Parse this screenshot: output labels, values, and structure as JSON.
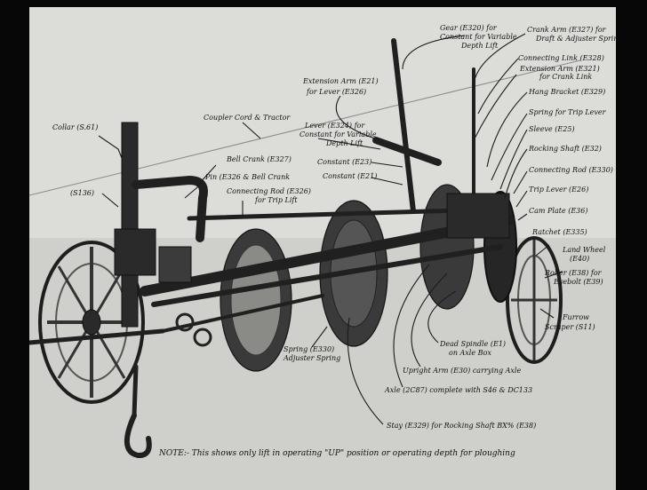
{
  "labels": {
    "collar": "Collar (S.61)",
    "s136": "(S136)",
    "coupler_cord": "Coupler Cord & Tractor",
    "bell_crank": "Bell Crank (E327)",
    "pin": "Pin (E326 & Bell Crank",
    "connecting_pin": "Connecting Rod (E326)",
    "connecting_pin_sub": "for Trip Lift",
    "extension_arm": "Extension Arm (E21)",
    "extension_arm_sub": "for Lever (E326)",
    "lever": "Lever (E324) for",
    "lever_sub1": "Constant for Variable",
    "lever_sub2": "Depth Lift",
    "constant_e23": "Constant (E23)",
    "constant_e21": "Constant (E21)",
    "gear": "Gear (E320) for",
    "gear_sub1": "Constant for Variable",
    "gear_sub2": "Depth Lift",
    "crank_arm": "Crank Arm (E327) for",
    "crank_arm_sub": "Draft & Adjuster Springs",
    "connecting_link": "Connecting Link (E328)",
    "extension_arm2": "Extension Arm (E321)",
    "extension_arm2_sub": "for Crank Link",
    "hanger_bracket": "Hang Bracket (E329)",
    "spring_trip": "Spring for Trip Lever",
    "sleeve": "Sleeve (E25)",
    "rocking_shaft": "Rocking Shaft (E32)",
    "connecting_rod": "Connecting Rod (E330)",
    "trip_lever": "Trip Lever (E26)",
    "cam_plate": "Cam Plate (E36)",
    "ratchet": "Ratchet (E335)",
    "land_wheel": "Land Wheel",
    "land_wheel_sub": "(E40)",
    "roller": "Roller (E38) for",
    "roller_sub": "Eyebolt (E39)",
    "furrow_scraper": "Furrow",
    "furrow_scraper_sub": "Scraper (S11)",
    "dead_spindle": "Dead Spindle (E1)",
    "dead_spindle_sub": "on Axle Box",
    "upright_arm": "Upright Arm (E30) carrying Axle",
    "axle": "Axle (2C87) complete with S46 & DC133",
    "spring": "Spring (E330)",
    "spring_sub": "Adjuster Spring",
    "stay": "Stay (E329) for Rocking Shaft BX% (E38)",
    "note": "NOTE:- This shows only lift in operating \"UP\" position or operating depth for ploughing"
  },
  "colors": {
    "frame": "#070707",
    "paper": "#d9d9d6",
    "ink": "#111111",
    "metal": "#2a2a2a"
  }
}
